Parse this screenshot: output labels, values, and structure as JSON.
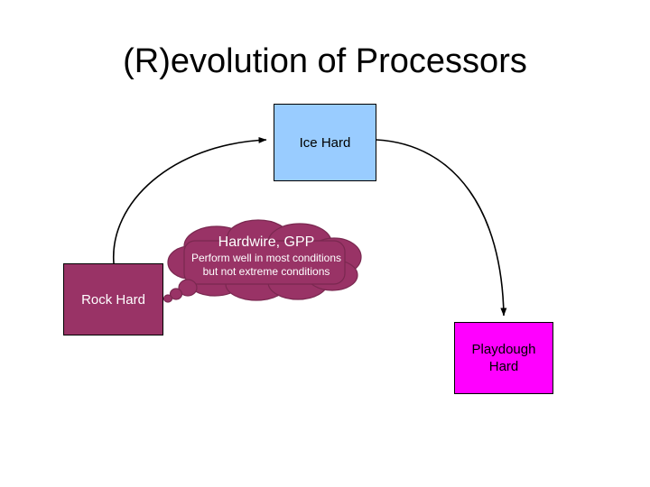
{
  "slide": {
    "title": "(R)evolution of Processors",
    "background_color": "#ffffff"
  },
  "nodes": [
    {
      "id": "ice-hard",
      "label": "Ice Hard",
      "fill_color": "#99ccff",
      "text_color": "#000000",
      "border_color": "#000000"
    },
    {
      "id": "rock-hard",
      "label": "Rock Hard",
      "fill_color": "#993366",
      "text_color": "#ffffff",
      "border_color": "#000000"
    },
    {
      "id": "playdough-hard",
      "label": "Playdough Hard",
      "label_line_1": "Playdough",
      "label_line_2": "Hard",
      "fill_color": "#ff00ff",
      "text_color": "#000000",
      "border_color": "#000000"
    }
  ],
  "callout": {
    "heading": "Hardwire, GPP",
    "line_1": "Perform well in most conditions",
    "line_2": "but not extreme conditions",
    "fill_color": "#993366",
    "text_color": "#ffffff"
  },
  "connectors": [
    {
      "id": "rock-to-ice",
      "from": "rock-hard",
      "to": "ice-hard",
      "style": "curved-arrow",
      "color": "#000000"
    },
    {
      "id": "ice-to-playdough",
      "from": "ice-hard",
      "to": "playdough-hard",
      "style": "curved-arrow",
      "color": "#000000"
    }
  ]
}
